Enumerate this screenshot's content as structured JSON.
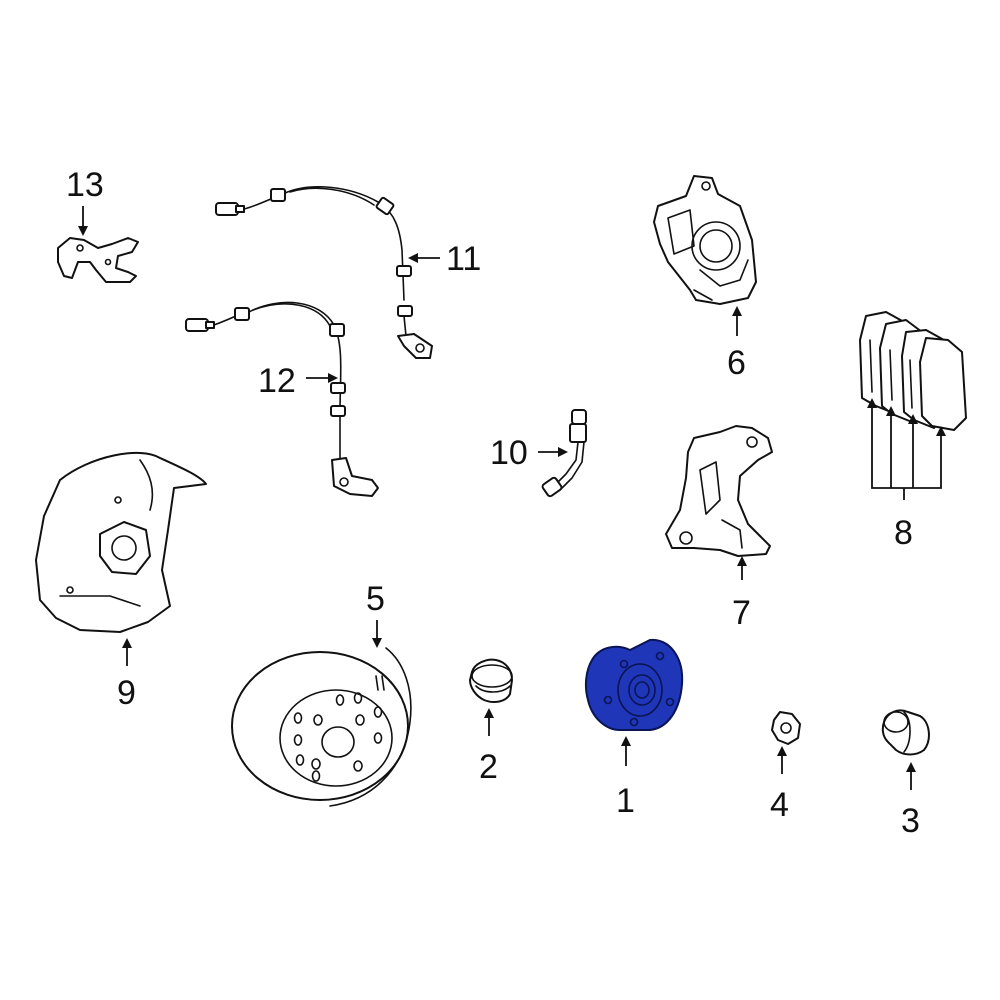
{
  "diagram": {
    "highlight_color": "#1f36b8",
    "parts": [
      {
        "number": "1",
        "name_icon": "wheel-hub-icon",
        "highlighted": true
      },
      {
        "number": "2",
        "name_icon": "bearing-cap-icon",
        "highlighted": false
      },
      {
        "number": "3",
        "name_icon": "dust-cap-icon",
        "highlighted": false
      },
      {
        "number": "4",
        "name_icon": "clip-icon",
        "highlighted": false
      },
      {
        "number": "5",
        "name_icon": "brake-rotor-icon",
        "highlighted": false
      },
      {
        "number": "6",
        "name_icon": "brake-caliper-icon",
        "highlighted": false
      },
      {
        "number": "7",
        "name_icon": "caliper-bracket-icon",
        "highlighted": false
      },
      {
        "number": "8",
        "name_icon": "brake-pads-icon",
        "highlighted": false
      },
      {
        "number": "9",
        "name_icon": "dust-shield-icon",
        "highlighted": false
      },
      {
        "number": "10",
        "name_icon": "brake-hose-icon",
        "highlighted": false
      },
      {
        "number": "11",
        "name_icon": "abs-sensor-upper-icon",
        "highlighted": false
      },
      {
        "number": "12",
        "name_icon": "abs-sensor-lower-icon",
        "highlighted": false
      },
      {
        "number": "13",
        "name_icon": "bracket-icon",
        "highlighted": false
      }
    ]
  }
}
